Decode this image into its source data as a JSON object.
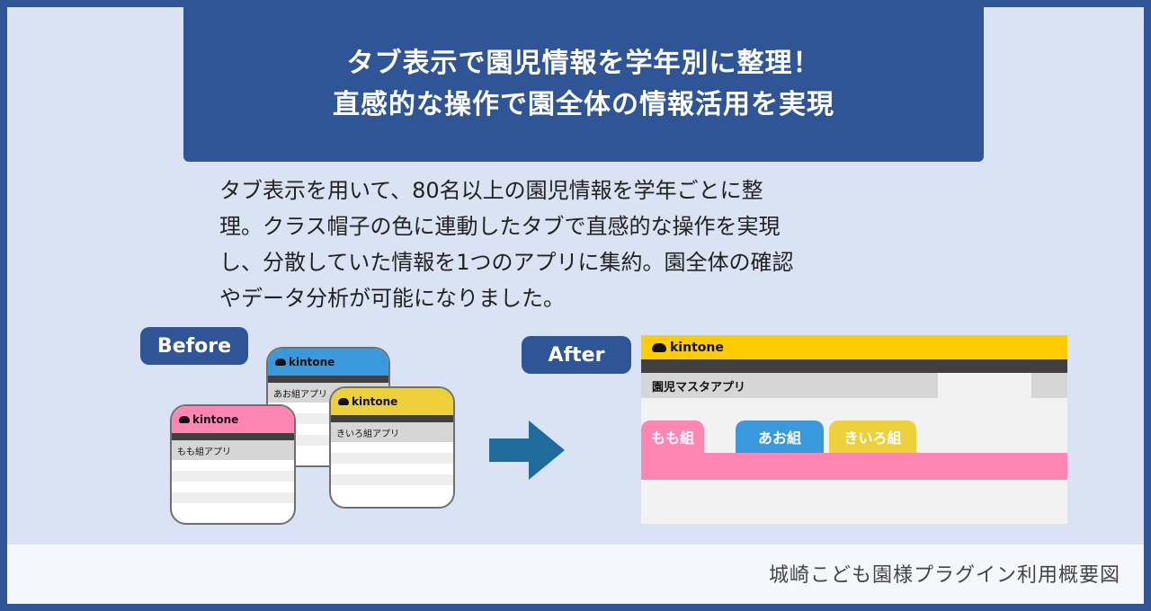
{
  "title": {
    "line1": "タブ表示で園児情報を学年別に整理！",
    "line2": "直感的な操作で園全体の情報活用を実現"
  },
  "description": [
    "タブ表示を用いて、80名以上の園児情報を学年ごとに整",
    "理。クラス帽子の色に連動したタブで直感的な操作を実現",
    "し、分散していた情報を1つのアプリに集約。園全体の確認",
    "やデータ分析が可能になりました。"
  ],
  "before": {
    "label": "Before",
    "apps": [
      {
        "brand": "kintone",
        "name": "あお組アプリ",
        "color": "#3a99dc"
      },
      {
        "brand": "kintone",
        "name": "きいろ組アプリ",
        "color": "#eed13a"
      },
      {
        "brand": "kintone",
        "name": "もも組アプリ",
        "color": "#ff85b2"
      }
    ]
  },
  "after": {
    "label": "After",
    "brand": "kintone",
    "app_name": "園児マスタアプリ",
    "tabs": [
      {
        "label": "もも組",
        "color": "#ff85b2"
      },
      {
        "label": "あお組",
        "color": "#3a99dc"
      },
      {
        "label": "きいろ組",
        "color": "#eed13a"
      }
    ]
  },
  "footer": "城崎こども園様プラグイン利用概要図",
  "colors": {
    "brand_blue": "#2f5597",
    "background": "#dae3f3",
    "kintone_yellow": "#ffcc00",
    "arrow": "#1f6b9c"
  }
}
